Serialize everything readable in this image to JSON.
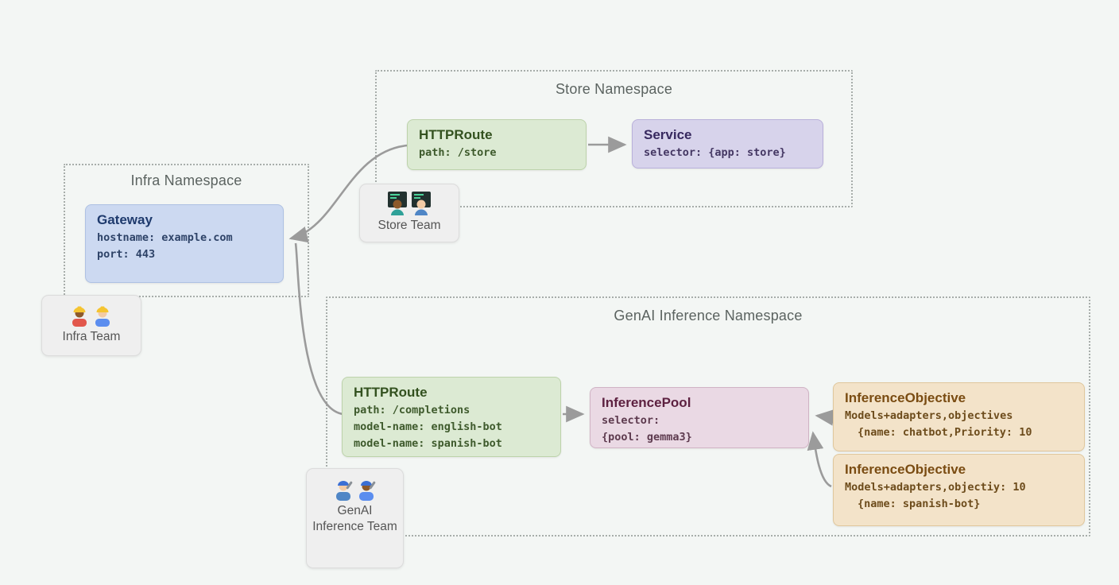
{
  "colors": {
    "background": "#f3f6f4",
    "gateway_fill": "#ccd9f1",
    "httproute_fill": "#dcead3",
    "service_fill": "#d7d3eb",
    "inferencepool_fill": "#ead9e4",
    "inferenceobjective_fill": "#f3e3c9",
    "arrow": "#9b9b9b"
  },
  "namespaces": {
    "infra": {
      "title": "Infra Namespace",
      "gateway": {
        "title": "Gateway",
        "lines": [
          "hostname: example.com",
          "port: 443"
        ]
      }
    },
    "store": {
      "title": "Store Namespace",
      "httproute": {
        "title": "HTTPRoute",
        "lines": [
          "path: /store"
        ]
      },
      "service": {
        "title": "Service",
        "lines": [
          "selector: {app: store}"
        ]
      }
    },
    "genai": {
      "title": "GenAI Inference Namespace",
      "httproute": {
        "title": "HTTPRoute",
        "lines": [
          "path: /completions",
          "model-name: english-bot",
          "model-name: spanish-bot"
        ]
      },
      "inferencepool": {
        "title": "InferencePool",
        "lines": [
          "selector:",
          "{pool: gemma3}"
        ]
      },
      "objective1": {
        "title": "InferenceObjective",
        "lines": [
          "Models+adapters,objectives",
          "{name: chatbot,Priority: 10"
        ]
      },
      "objective2": {
        "title": "InferenceObjective",
        "lines": [
          "Models+adapters,objectiy: 10",
          "{name: spanish-bot}"
        ]
      }
    }
  },
  "teams": {
    "infra": {
      "label": "Infra Team",
      "icon": "construction-workers-icon"
    },
    "store": {
      "label": "Store Team",
      "icon": "technologists-icon"
    },
    "genai": {
      "label": "GenAI Inference Team",
      "icon": "mechanics-icon"
    }
  }
}
